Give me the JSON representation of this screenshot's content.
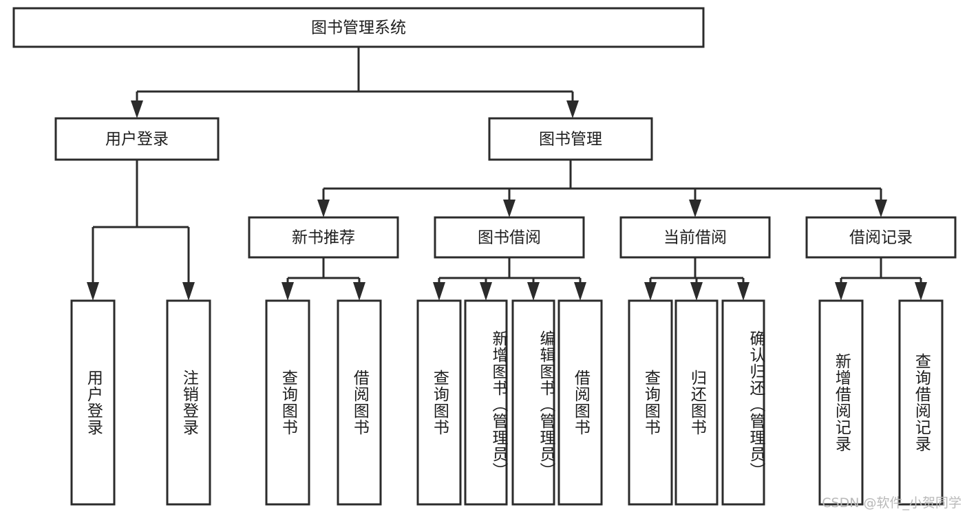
{
  "diagram": {
    "title": "图书管理系统",
    "type": "tree-hierarchy",
    "watermark": "CSDN @软件_小贺同学",
    "colors": {
      "stroke": "#2b2b2b",
      "fill": "#ffffff",
      "text": "#1d1d1d",
      "watermark": "#b9b9b9",
      "background": "#ffffff"
    },
    "root": {
      "label": "图书管理系统"
    },
    "level2": [
      {
        "id": "user-login",
        "label": "用户登录"
      },
      {
        "id": "book-management",
        "label": "图书管理"
      }
    ],
    "level3": [
      {
        "id": "new-book-recommend",
        "label": "新书推荐"
      },
      {
        "id": "book-borrow",
        "label": "图书借阅"
      },
      {
        "id": "current-borrow",
        "label": "当前借阅"
      },
      {
        "id": "borrow-record",
        "label": "借阅记录"
      }
    ],
    "leaves": {
      "user-login": [
        {
          "id": "leaf-user-login",
          "label": "用户登录"
        },
        {
          "id": "leaf-logout-login",
          "label": "注销登录"
        }
      ],
      "new-book-recommend": [
        {
          "id": "leaf-query-book-1",
          "label": "查询图书"
        },
        {
          "id": "leaf-borrow-book-1",
          "label": "借阅图书"
        }
      ],
      "book-borrow": [
        {
          "id": "leaf-query-book-2",
          "label": "查询图书"
        },
        {
          "id": "leaf-add-book-admin",
          "label": "新增图书（管理员）"
        },
        {
          "id": "leaf-edit-book-admin",
          "label": "编辑图书（管理员）"
        },
        {
          "id": "leaf-borrow-book-2",
          "label": "借阅图书"
        }
      ],
      "current-borrow": [
        {
          "id": "leaf-query-book-3",
          "label": "查询图书"
        },
        {
          "id": "leaf-return-book",
          "label": "归还图书"
        },
        {
          "id": "leaf-confirm-return-admin",
          "label": "确认归还（管理员）"
        }
      ],
      "borrow-record": [
        {
          "id": "leaf-add-borrow-record",
          "label": "新增借阅记录"
        },
        {
          "id": "leaf-query-borrow-record",
          "label": "查询借阅记录"
        }
      ]
    }
  }
}
